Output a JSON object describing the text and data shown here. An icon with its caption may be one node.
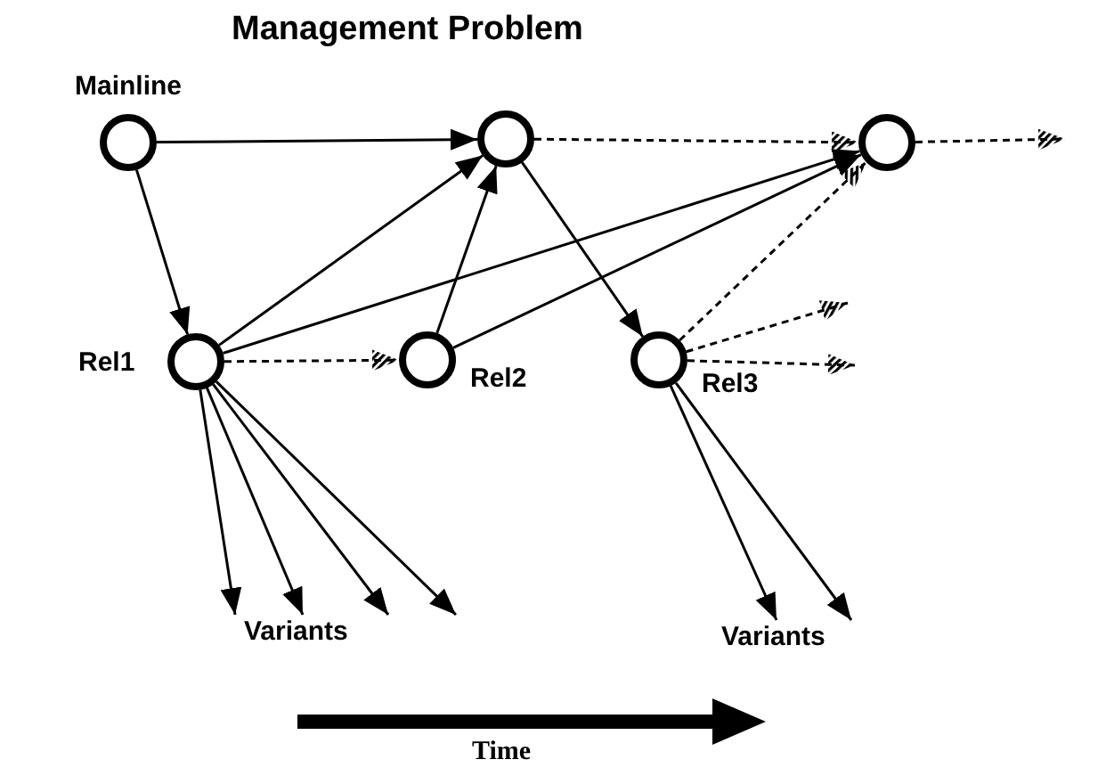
{
  "diagram": {
    "title": "Management Problem",
    "nodes": [
      {
        "text": [
          "Mainline"
        ]
      },
      {
        "text": [],
        "shape": "circle"
      },
      {
        "text": [],
        "shape": "circle"
      },
      {
        "text": [
          "Rel1"
        ]
      },
      {
        "text": [
          "Rel2"
        ]
      },
      {
        "text": [
          "Rel3"
        ]
      },
      {
        "text": [
          "Variants"
        ]
      },
      {
        "text": [
          "Variants"
        ]
      }
    ],
    "edges": [
      {
        "from": 0,
        "to": 1,
        "arrow": "to"
      },
      {
        "from": 0,
        "to": 3,
        "arrow": "to"
      },
      {
        "from": 3,
        "to": 1,
        "arrow": "to"
      },
      {
        "from": 4,
        "to": 1,
        "arrow": "to"
      },
      {
        "from": 3,
        "to": 2,
        "arrow": "to"
      },
      {
        "from": 4,
        "to": 2,
        "arrow": "to"
      },
      {
        "from": 1,
        "to": 5,
        "arrow": "to"
      },
      {
        "from": 1,
        "to": 2,
        "arrow": "to",
        "style": "dashed"
      },
      {
        "from": 2,
        "to": null,
        "arrow": "to",
        "style": "dashed"
      },
      {
        "from": 3,
        "to": 4,
        "arrow": "to",
        "style": "dashed"
      },
      {
        "from": 5,
        "to": 2,
        "arrow": "to",
        "style": "dashed"
      },
      {
        "from": 5,
        "to": null,
        "arrow": "to",
        "style": "dashed"
      },
      {
        "from": 5,
        "to": null,
        "arrow": "to",
        "style": "dashed"
      },
      {
        "from": 3,
        "to": 6,
        "arrow": "to"
      },
      {
        "from": 3,
        "to": 6,
        "arrow": "to"
      },
      {
        "from": 3,
        "to": 6,
        "arrow": "to"
      },
      {
        "from": 3,
        "to": 6,
        "arrow": "to"
      },
      {
        "from": 5,
        "to": 7,
        "arrow": "to"
      },
      {
        "from": 5,
        "to": 7,
        "arrow": "to"
      }
    ],
    "labels": [
      "Time"
    ]
  }
}
